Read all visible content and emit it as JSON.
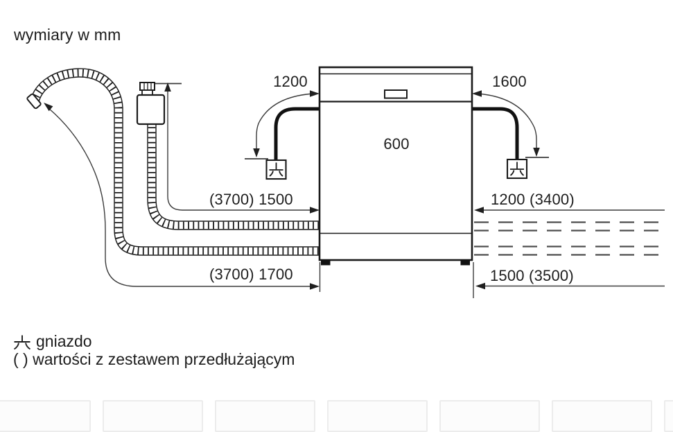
{
  "title": "wymiary w mm",
  "dimensions": {
    "cable_to_socket_left": "1200",
    "cable_to_socket_right": "1600",
    "appliance_width": "600",
    "supply_hose_left": "(3700) 1500",
    "hose_right_top": "1200 (3400)",
    "drain_hose_left": "(3700) 1700",
    "hose_right_bottom": "1500 (3500)"
  },
  "legend": {
    "socket_label": "gniazdo",
    "parentheses_label": "( ) wartości z zestawem przedłużającym"
  },
  "icons": {
    "socket": "socket-icon"
  },
  "colors": {
    "line": "#1a1a1a",
    "dim_line": "#3a3a3a",
    "dashed_line": "#4d4d4d",
    "thumbnail_border": "#ececec"
  },
  "thumbnails": {
    "count": 7
  }
}
